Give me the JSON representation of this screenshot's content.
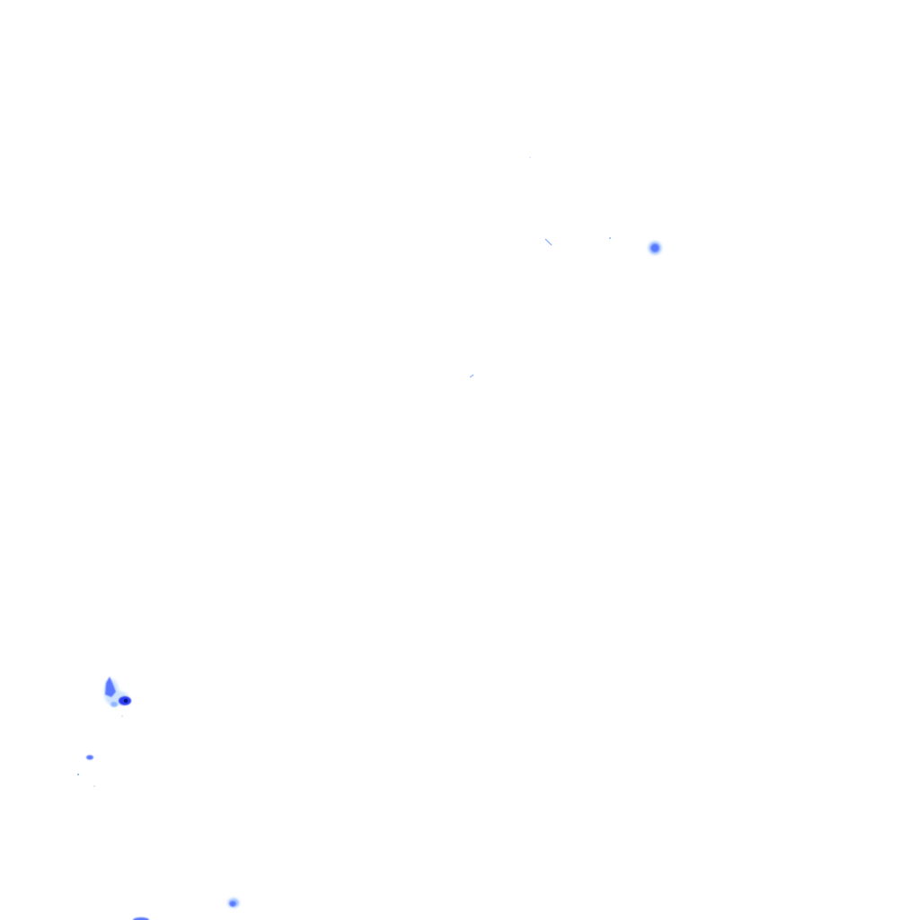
{
  "layer": {
    "kind": "precipitation-radar-tile",
    "background_color": "#ffffff"
  },
  "intensity_palette": {
    "very_light": "#cfe3ff",
    "light": "#8fb7ff",
    "moderate": "#5a78ff",
    "heavy": "#2a3cf0",
    "core": "#0a1288"
  },
  "echoes": [
    {
      "id": "cell-northeast",
      "intensity": "moderate"
    },
    {
      "id": "cell-southwest-cluster",
      "intensity": "heavy"
    },
    {
      "id": "cell-southwest-small",
      "intensity": "light"
    },
    {
      "id": "cell-south",
      "intensity": "moderate"
    },
    {
      "id": "cell-south-edge",
      "intensity": "moderate"
    },
    {
      "id": "speck-north",
      "intensity": "very_light"
    },
    {
      "id": "speck-north-streak",
      "intensity": "very_light"
    },
    {
      "id": "speck-center",
      "intensity": "very_light"
    }
  ]
}
